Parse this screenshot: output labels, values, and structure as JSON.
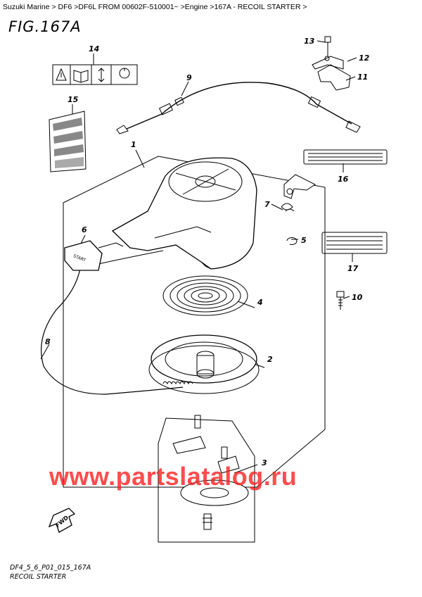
{
  "breadcrumb": "Suzuki Marine > DF6 >DF6L FROM 00602F-510001~ >Engine >167A - RECOIL STARTER >",
  "figure_label": "FIG.167A",
  "callouts": {
    "c1": "1",
    "c2": "2",
    "c3": "3",
    "c4": "4",
    "c5": "5",
    "c6": "6",
    "c7": "7",
    "c8": "8",
    "c9": "9",
    "c10": "10",
    "c11": "11",
    "c12": "12",
    "c13": "13",
    "c14": "14",
    "c15": "15",
    "c16": "16",
    "c17": "17"
  },
  "handle_text": "START",
  "arrow_text": "FWD",
  "watermark": "www.partslatalog.ru",
  "drawing_code": "DF4_5_6_P01_015_167A",
  "caption": "RECOIL STARTER"
}
